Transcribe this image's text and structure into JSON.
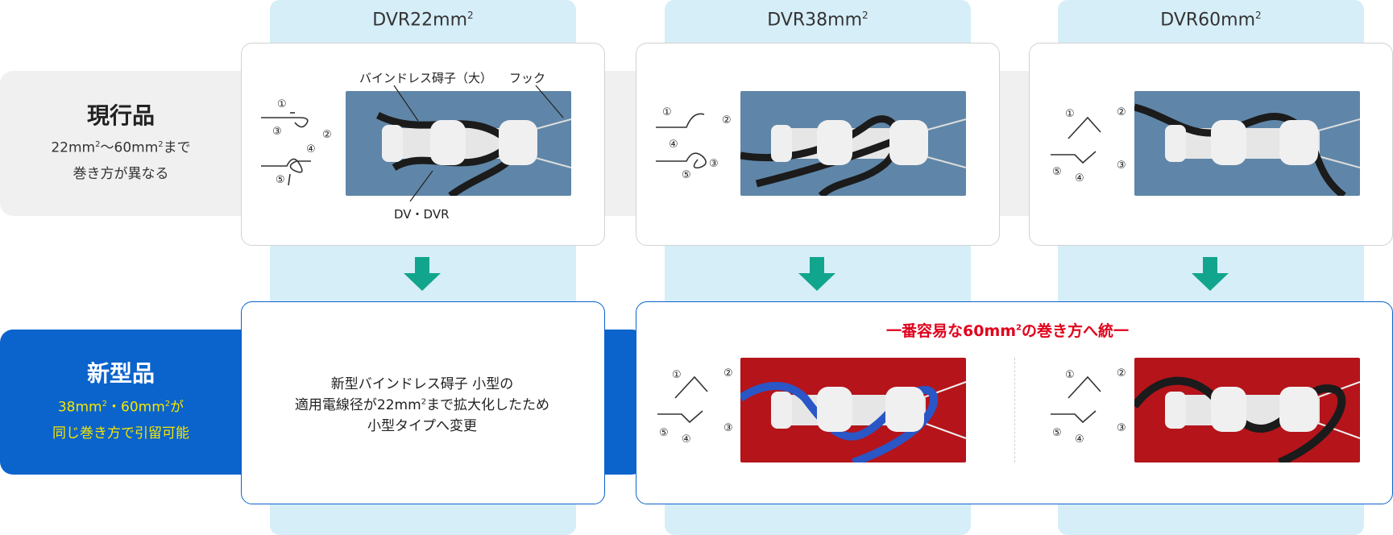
{
  "columns": [
    {
      "name": "DVR22mm",
      "sup": "2"
    },
    {
      "name": "DVR38mm",
      "sup": "2"
    },
    {
      "name": "DVR60mm",
      "sup": "2"
    }
  ],
  "rows": {
    "current": {
      "title": "現行品",
      "sub_a": "22mm",
      "sup_a": "2",
      "sub_b": "〜60mm",
      "sup_b": "2",
      "sub_c": "まで",
      "sub_line2": "巻き方が異なる"
    },
    "new": {
      "title": "新型品",
      "sub_a": "38mm",
      "sup_a": "2",
      "sub_b": "・60mm",
      "sup_b": "2",
      "sub_c": "が",
      "sub_line2": "同じ巻き方で引留可能"
    }
  },
  "annotations": {
    "binderless": "バインドレス碍子（大）",
    "hook": "フック",
    "wire": "DV・DVR"
  },
  "new_22_note": {
    "line1": "新型バインドレス碍子 小型の",
    "line2a": "適用電線径が22mm",
    "line2sup": "2",
    "line2b": "まで拡大化したため",
    "line3": "小型タイプへ変更"
  },
  "unify": {
    "a": "一番容易な60mm",
    "sup": "2",
    "b": "の巻き方へ統一"
  },
  "step_marks": [
    "①",
    "②",
    "③",
    "④",
    "⑤"
  ],
  "colors": {
    "column_bg": "#d6eef8",
    "current_band": "#f0f0f0",
    "new_band": "#0b63cc",
    "arrow": "#12a58e",
    "highlight_red": "#e0001b",
    "yellow_text": "#f5e600",
    "photo_blue": "#5f86a8",
    "photo_red": "#b5141b"
  },
  "icons": [
    "down-arrow-icon",
    "wrap-diagram-icon"
  ]
}
